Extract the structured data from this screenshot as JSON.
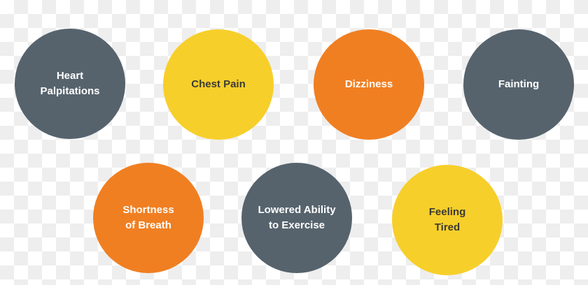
{
  "colors": {
    "gray": "#56636d",
    "yellow": "#f7cf2a",
    "orange": "#f07f22"
  },
  "symptoms": [
    {
      "label": "Heart\nPalpitations",
      "color": "gray"
    },
    {
      "label": "Chest Pain",
      "color": "yellow"
    },
    {
      "label": "Dizziness",
      "color": "orange"
    },
    {
      "label": "Fainting",
      "color": "gray"
    },
    {
      "label": "Shortness\nof Breath",
      "color": "orange"
    },
    {
      "label": "Lowered Ability\nto Exercise",
      "color": "gray"
    },
    {
      "label": "Feeling\nTired",
      "color": "yellow"
    }
  ]
}
